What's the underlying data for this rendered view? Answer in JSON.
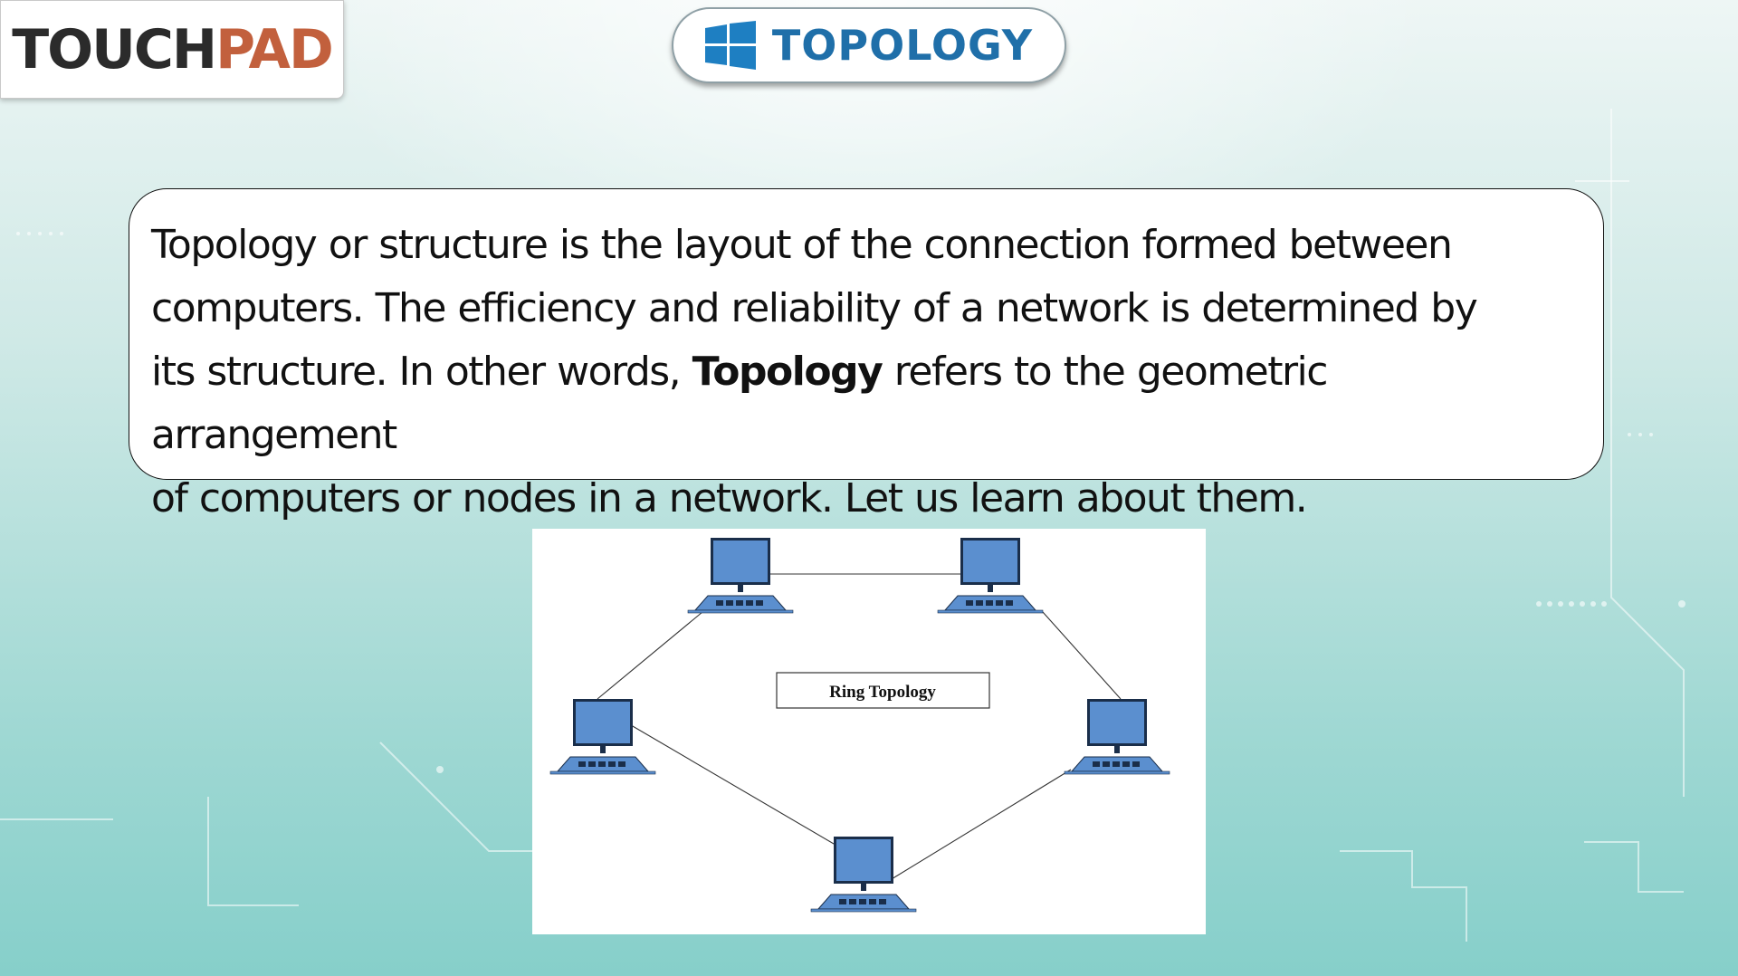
{
  "logo": {
    "part1": "TOUCH",
    "part2": "PAD"
  },
  "title": "TOPOLOGY",
  "paragraph": {
    "lines": [
      "Topology or structure is the layout of the connection formed between",
      "computers. The efficiency and reliability of a network is determined by"
    ],
    "line3_before": "its structure. In other words, ",
    "line3_bold": "Topology",
    "line3_after": " refers to the geometric arrangement",
    "line4": "of computers or nodes in a network. Let us learn about them."
  },
  "diagram": {
    "label": "Ring Topology"
  },
  "colors": {
    "title_blue": "#1f6fa9",
    "logo_dark": "#2b2b2b",
    "logo_orange": "#c2603d",
    "monitor_blue": "#5b8fcf",
    "windows_blue": "#1e7fc2"
  },
  "icons": [
    "windows-logo-icon",
    "computer-icon"
  ]
}
